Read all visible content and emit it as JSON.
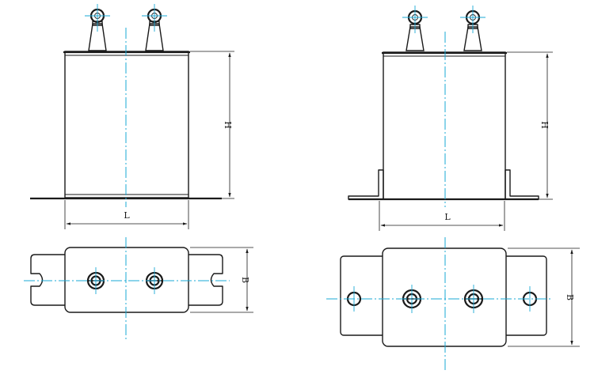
{
  "diagram": {
    "views": [
      {
        "id": "side-flat-base",
        "label_length": "L",
        "label_height": "H"
      },
      {
        "id": "side-bracket-base",
        "label_length": "L",
        "label_height": "H"
      },
      {
        "id": "top-slotted-flange",
        "label_width": "B"
      },
      {
        "id": "top-holed-flange",
        "label_width": "B"
      }
    ],
    "colors": {
      "outline": "#1a1a1a",
      "centerline": "#19a8d6",
      "background": "#ffffff"
    }
  }
}
